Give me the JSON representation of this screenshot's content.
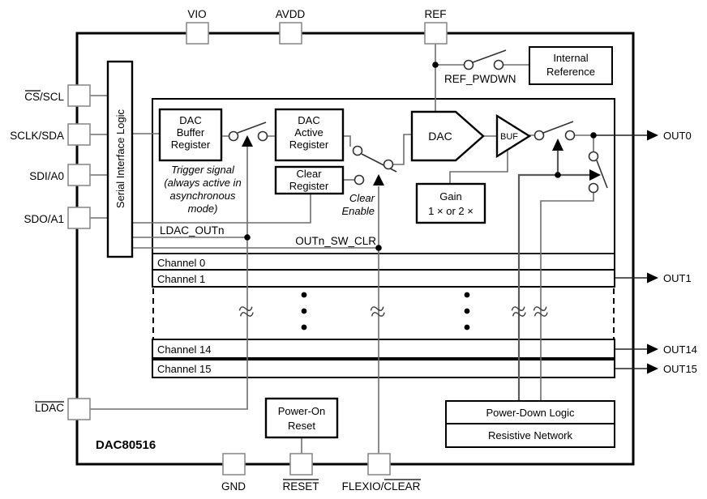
{
  "part_number": "DAC80516",
  "pins": {
    "top": [
      "VIO",
      "AVDD",
      "REF"
    ],
    "left": [
      {
        "pre": "",
        "ov": "CS",
        "post": "/SCL"
      },
      {
        "pre": "SCLK/SDA",
        "ov": "",
        "post": ""
      },
      {
        "pre": "SDI/A0",
        "ov": "",
        "post": ""
      },
      {
        "pre": "SDO/A1",
        "ov": "",
        "post": ""
      },
      {
        "pre": "",
        "ov": "LDAC",
        "post": ""
      }
    ],
    "bottom": [
      {
        "pre": "GND",
        "ov": "",
        "post": ""
      },
      {
        "pre": "",
        "ov": "RESET",
        "post": ""
      },
      {
        "pre": "FLEXIO/",
        "ov": "CLEAR",
        "post": ""
      }
    ]
  },
  "outputs": [
    "OUT0",
    "OUT1",
    "OUT14",
    "OUT15"
  ],
  "blocks": {
    "serial_interface_logic": "Serial Interface Logic",
    "dac_buffer_register": [
      "DAC",
      "Buffer",
      "Register"
    ],
    "dac_active_register": [
      "DAC",
      "Active",
      "Register"
    ],
    "clear_register": [
      "Clear",
      "Register"
    ],
    "dac": "DAC",
    "buf": "BUF",
    "gain": [
      "Gain",
      "1 × or 2 ×"
    ],
    "internal_reference": [
      "Internal",
      "Reference"
    ],
    "power_on_reset": [
      "Power-On",
      "Reset"
    ],
    "power_down_logic": "Power-Down Logic",
    "resistive_network": "Resistive Network"
  },
  "channels": [
    "Channel 0",
    "Channel 1",
    "Channel 14",
    "Channel 15"
  ],
  "labels": {
    "trigger_note": [
      "Trigger signal",
      "(always active in",
      "asynchronous",
      "mode)"
    ],
    "clear_enable": [
      "Clear",
      "Enable"
    ],
    "ldac_outn": "LDAC_OUTn",
    "outn_sw_clr": "OUTn_SW_CLR",
    "ref_pwdwn": "REF_PWDWN"
  },
  "colors": {
    "background": "#ffffff",
    "block_border": "#000000",
    "wire": "#6e6e6e",
    "pin_outline": "#8c8c8c",
    "text": "#000000"
  }
}
